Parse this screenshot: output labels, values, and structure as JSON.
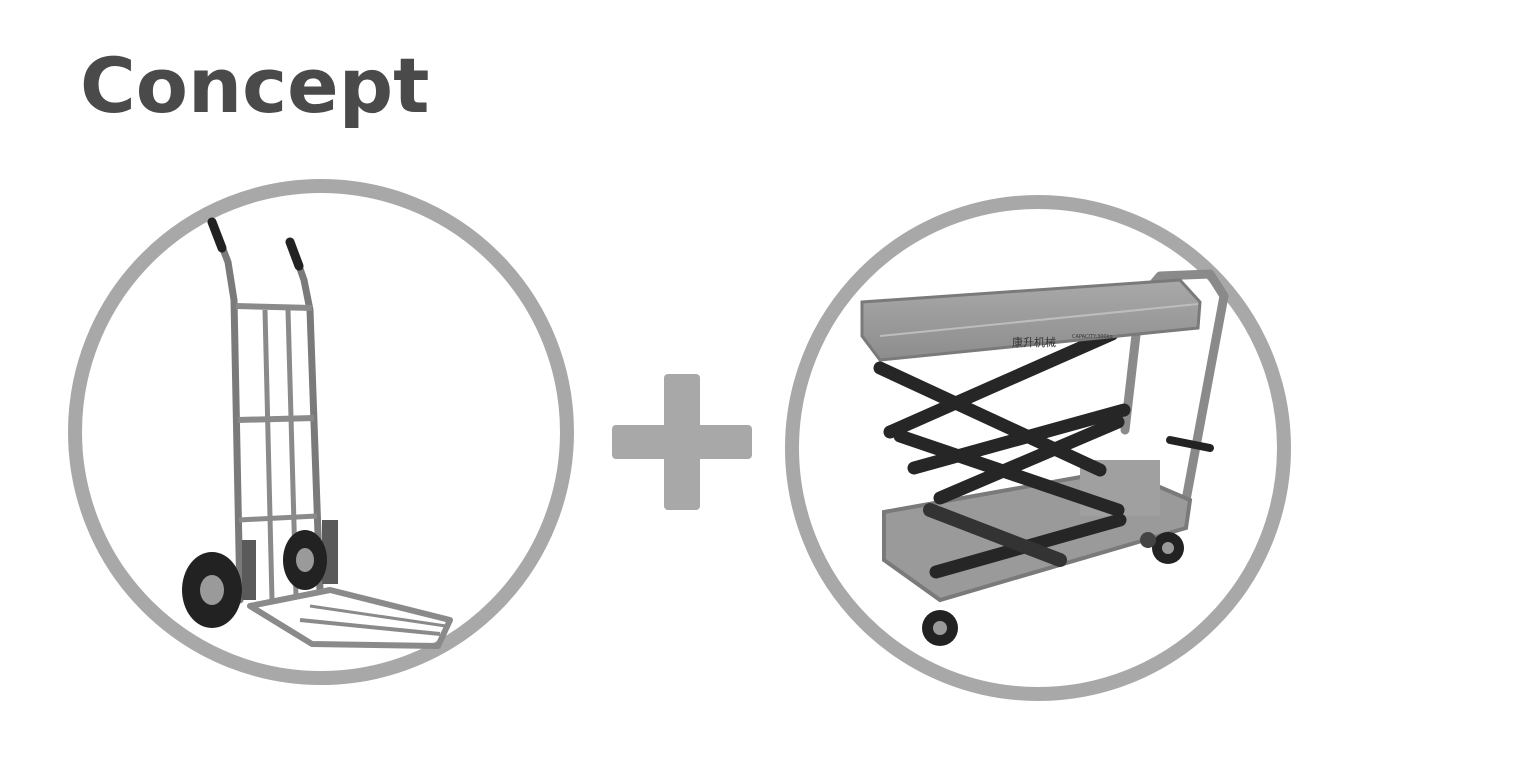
{
  "slide": {
    "title": "Concept"
  },
  "images": {
    "hand_truck": "hand-truck-photo",
    "lift_table": "scissor-lift-table-photo",
    "lift_table_brand": "康升机械",
    "lift_table_capacity": "CAPACITY:300kg"
  },
  "icons": {
    "plus": "plus-icon"
  },
  "colors": {
    "title": "#4a4a4a",
    "ring": "#a8a8a8",
    "plus": "#a8a8a8",
    "background": "#ffffff"
  }
}
